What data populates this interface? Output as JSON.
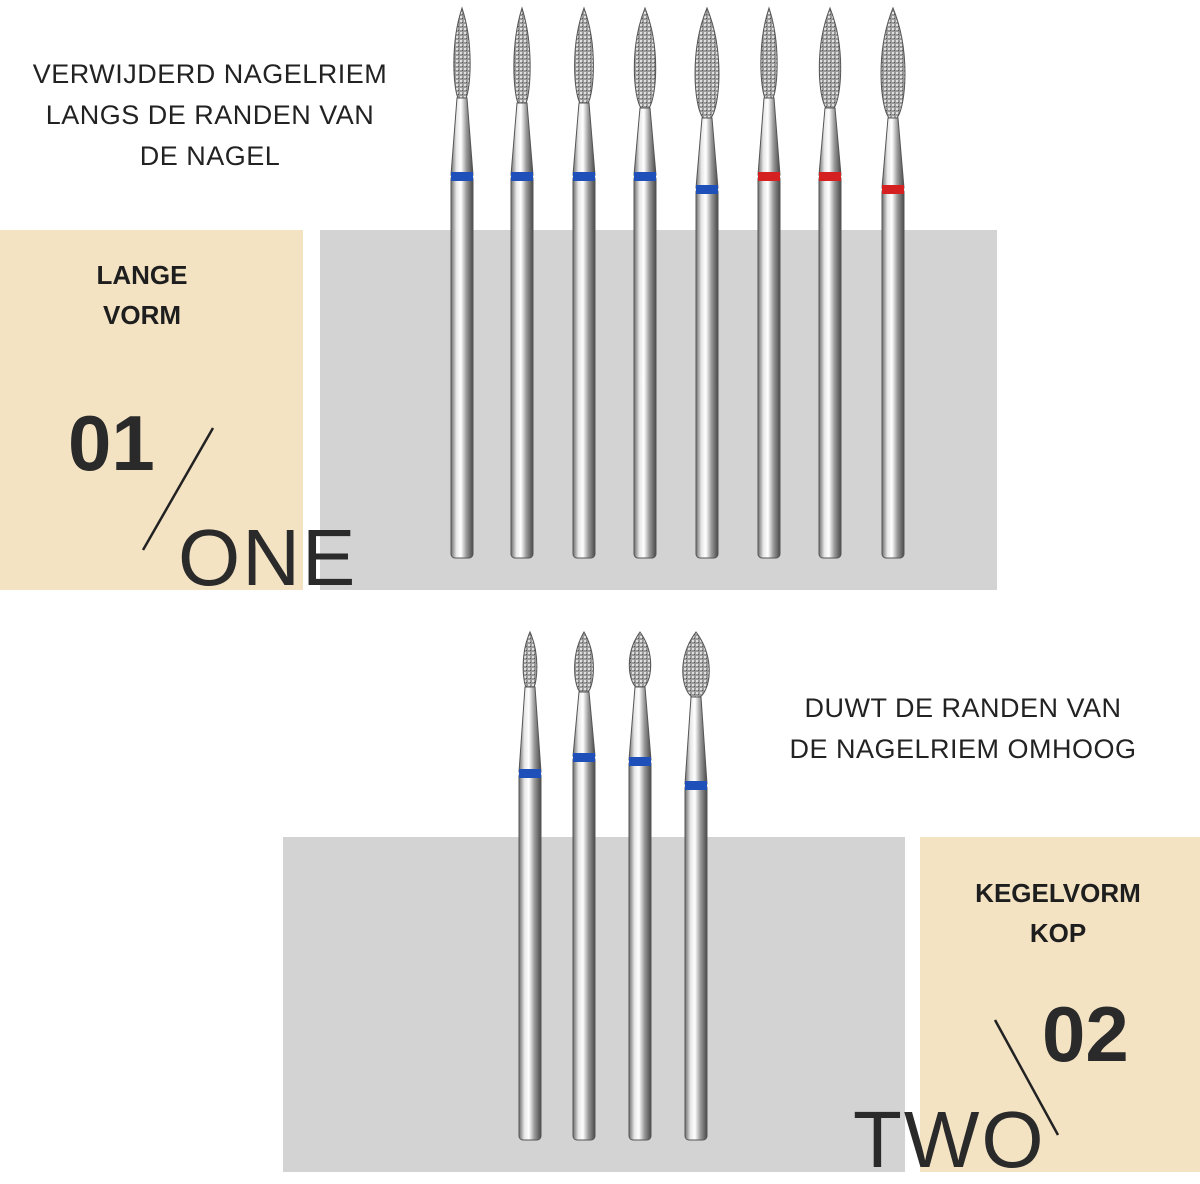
{
  "section_one": {
    "description_lines": [
      "VERWIJDERD NAGELRIEM",
      "LANGS DE RANDEN VAN",
      "DE NAGEL"
    ],
    "label_lines": [
      "LANGE",
      "VORM"
    ],
    "number": "01",
    "word": "ONE",
    "bits": [
      {
        "band_color": "#1f4fb8"
      },
      {
        "band_color": "#1f4fb8"
      },
      {
        "band_color": "#1f4fb8"
      },
      {
        "band_color": "#1f4fb8"
      },
      {
        "band_color": "#1f4fb8"
      },
      {
        "band_color": "#d42020"
      },
      {
        "band_color": "#d42020"
      },
      {
        "band_color": "#d42020"
      }
    ]
  },
  "section_two": {
    "description_lines": [
      "DUWT DE RANDEN VAN",
      "DE NAGELRIEM OMHOOG"
    ],
    "label_lines": [
      "KEGELVORM",
      "KOP"
    ],
    "number": "02",
    "word": "TWO",
    "bits": [
      {
        "band_color": "#1f4fb8"
      },
      {
        "band_color": "#1f4fb8"
      },
      {
        "band_color": "#1f4fb8"
      },
      {
        "band_color": "#1f4fb8"
      }
    ]
  },
  "colors": {
    "beige": "#f3e3c3",
    "gray": "#d3d3d3"
  }
}
